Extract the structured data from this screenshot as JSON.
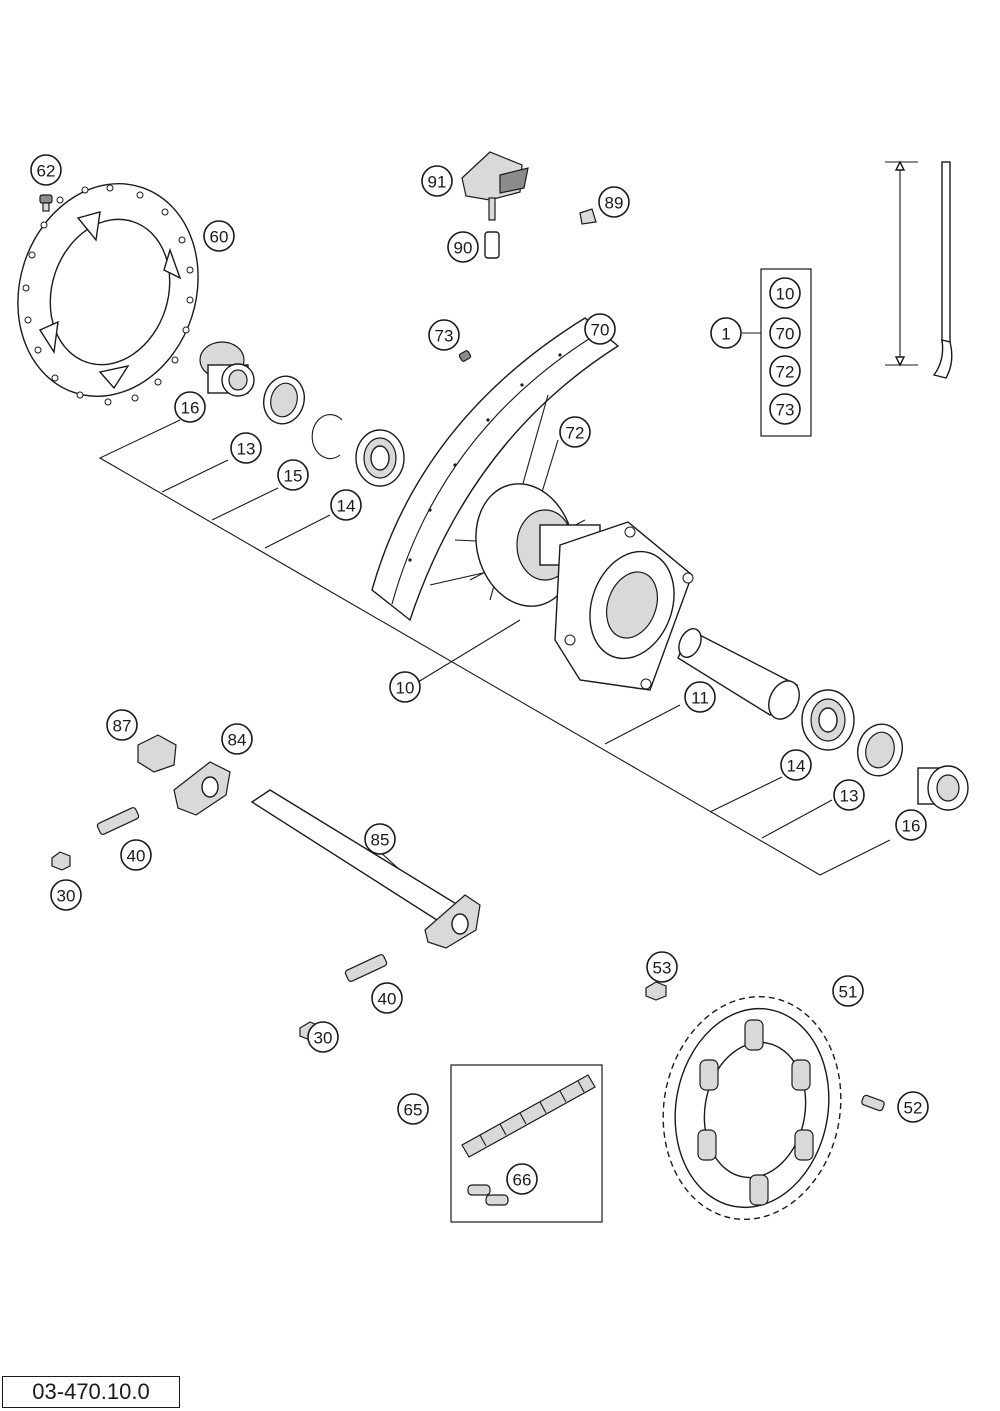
{
  "diagram_code": "03-470.10.0",
  "kit": {
    "label": "1",
    "parts": [
      "10",
      "70",
      "72",
      "73"
    ]
  },
  "callouts": {
    "c62": "62",
    "c60": "60",
    "c91": "91",
    "c89": "89",
    "c90": "90",
    "c73": "73",
    "c70": "70",
    "c72": "72",
    "c16a": "16",
    "c13a": "13",
    "c15": "15",
    "c14a": "14",
    "c10": "10",
    "c11": "11",
    "c14b": "14",
    "c13b": "13",
    "c16b": "16",
    "c87": "87",
    "c84": "84",
    "c40a": "40",
    "c30a": "30",
    "c85": "85",
    "c40b": "40",
    "c30b": "30",
    "c53": "53",
    "c51": "51",
    "c52": "52",
    "c65": "65",
    "c66": "66"
  }
}
